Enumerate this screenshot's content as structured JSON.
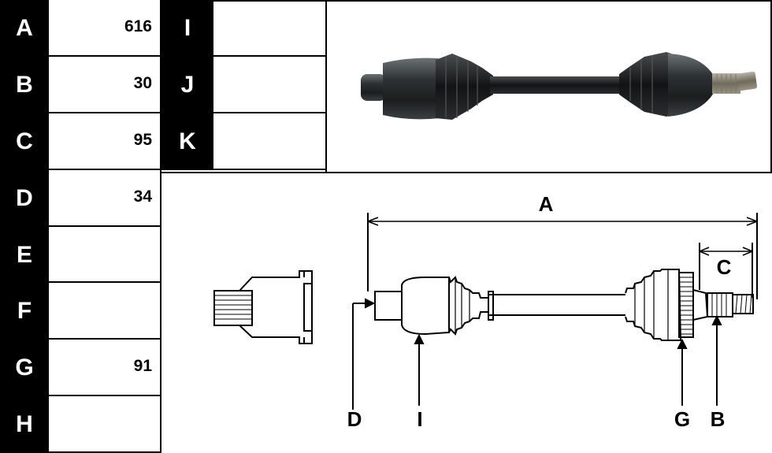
{
  "table_left": [
    {
      "label": "A",
      "value": "616"
    },
    {
      "label": "B",
      "value": "30"
    },
    {
      "label": "C",
      "value": "95"
    },
    {
      "label": "D",
      "value": "34"
    },
    {
      "label": "E",
      "value": ""
    },
    {
      "label": "F",
      "value": ""
    },
    {
      "label": "G",
      "value": "91"
    },
    {
      "label": "H",
      "value": ""
    }
  ],
  "table_right": [
    {
      "label": "I",
      "value": ""
    },
    {
      "label": "J",
      "value": ""
    },
    {
      "label": "K",
      "value": ""
    }
  ],
  "diagram": {
    "dimension_A": "A",
    "dimension_C": "C",
    "callout_D": "D",
    "callout_I": "I",
    "callout_G": "G",
    "callout_B": "B"
  },
  "colors": {
    "label_bg": "#000000",
    "line": "#000000",
    "photo_metal": "#2a2d2f"
  },
  "icons": [
    "drive-shaft-photo",
    "inner-joint-icon",
    "drive-shaft-drawing"
  ]
}
